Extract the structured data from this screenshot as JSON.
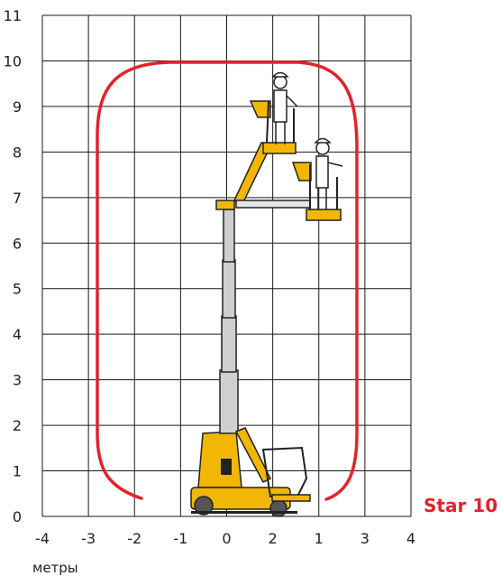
{
  "diagram": {
    "model_label": "Star 10",
    "unit_label": "метры",
    "x_ticks": [
      "-4",
      "-3",
      "-2",
      "-1",
      "0",
      "2",
      "1",
      "3",
      "4"
    ],
    "y_ticks": [
      "0",
      "1",
      "2",
      "3",
      "4",
      "5",
      "6",
      "7",
      "8",
      "9",
      "10",
      "11"
    ],
    "x_range": [
      -4,
      4
    ],
    "y_range": [
      0,
      11
    ],
    "grid": true,
    "colors": {
      "envelope": "#e3222b",
      "model_label": "#e3222b",
      "machine_body": "#f2b705",
      "machine_outline": "#222222",
      "grid": "#1a1a1a"
    },
    "icons": [
      "working-envelope-curve",
      "lift-machine",
      "worker-icon",
      "platform-icon"
    ]
  }
}
